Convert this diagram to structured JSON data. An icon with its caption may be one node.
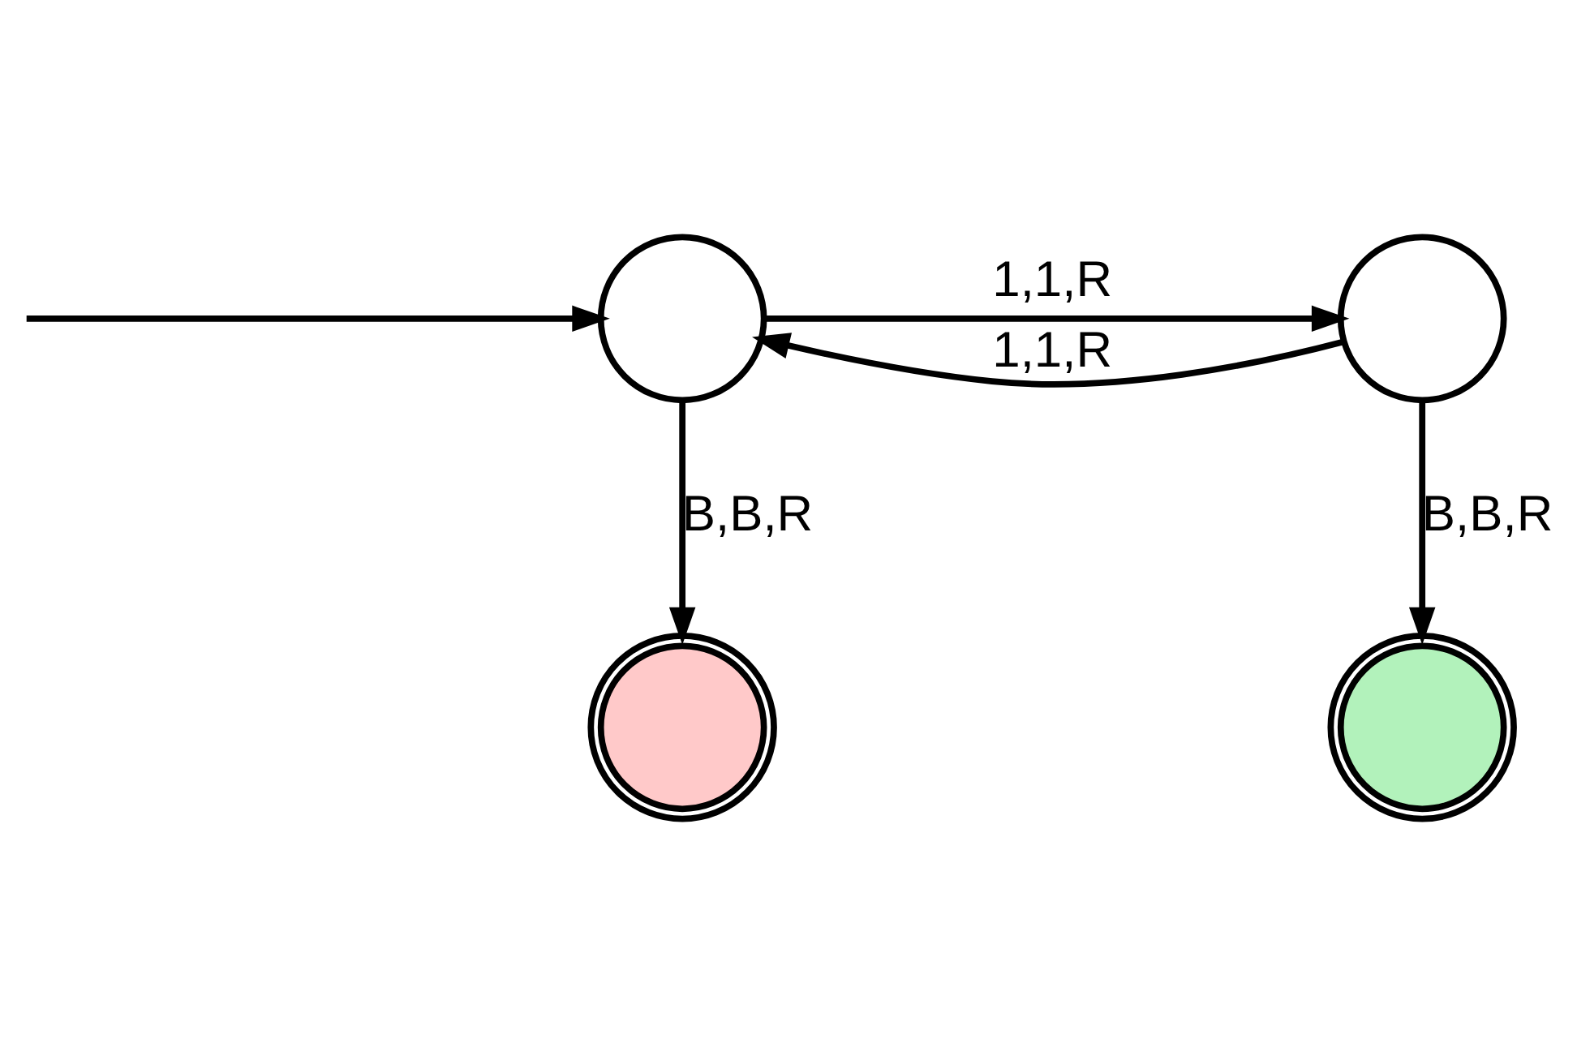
{
  "diagram": {
    "nodes": [
      {
        "text": [],
        "shape": "circle"
      },
      {
        "text": [],
        "shape": "circle"
      },
      {
        "text": [],
        "shape": "circle"
      },
      {
        "text": [],
        "shape": "circle"
      }
    ],
    "edges": [
      {
        "from": null,
        "to": 0,
        "arrow": "to"
      },
      {
        "from": 0,
        "to": 1,
        "arrow": "to",
        "label": "1,1,R"
      },
      {
        "from": 1,
        "to": 0,
        "arrow": "to",
        "label": "1,1,R"
      },
      {
        "from": 0,
        "to": 2,
        "arrow": "to",
        "label": "B,B,R"
      },
      {
        "from": 1,
        "to": 3,
        "arrow": "to",
        "label": "B,B,R"
      }
    ]
  }
}
